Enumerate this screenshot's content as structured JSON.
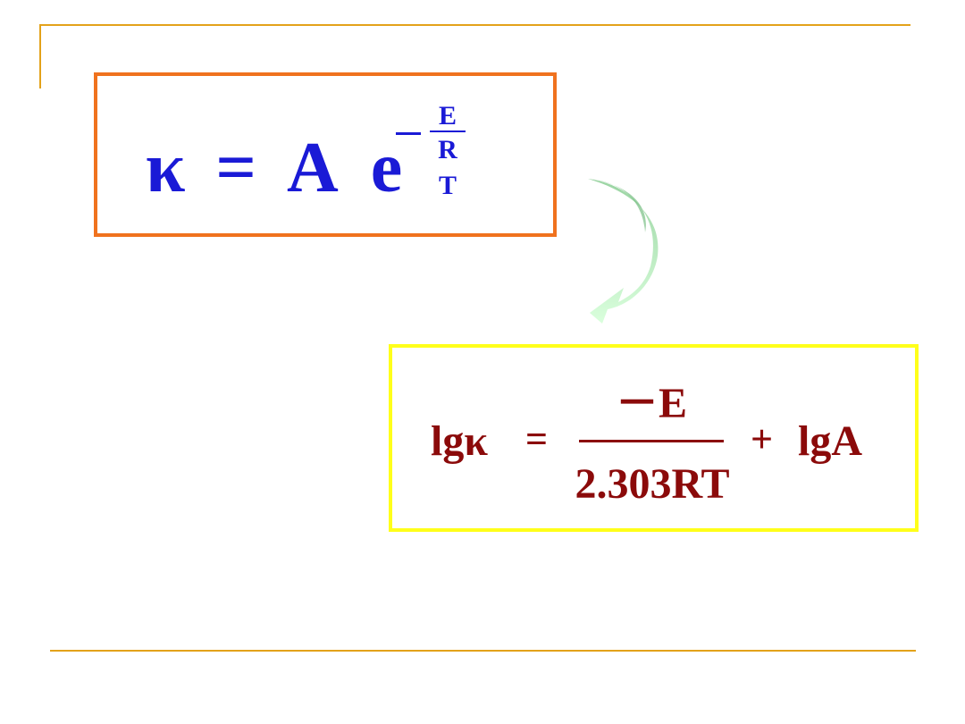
{
  "slide": {
    "colors": {
      "rule": "#e3a21a",
      "arrhenius_border": "#f0721e",
      "arrhenius_text": "#1a1ad6",
      "log_border": "#ffff1a",
      "log_text": "#8b0a0a",
      "arrow": "#9fd9a6"
    },
    "arrhenius": {
      "lhs": "κ",
      "equals": "=",
      "prefactor": "A",
      "base": "e",
      "exp_numerator": "E",
      "exp_denominator": "R T"
    },
    "arrow_icon": "curved-down-arrow-icon",
    "log_form": {
      "lhs": "lgκ",
      "equals": "=",
      "numerator": "－E",
      "denominator": "2.303RT",
      "plus": "+",
      "rhs": "lgA"
    }
  }
}
